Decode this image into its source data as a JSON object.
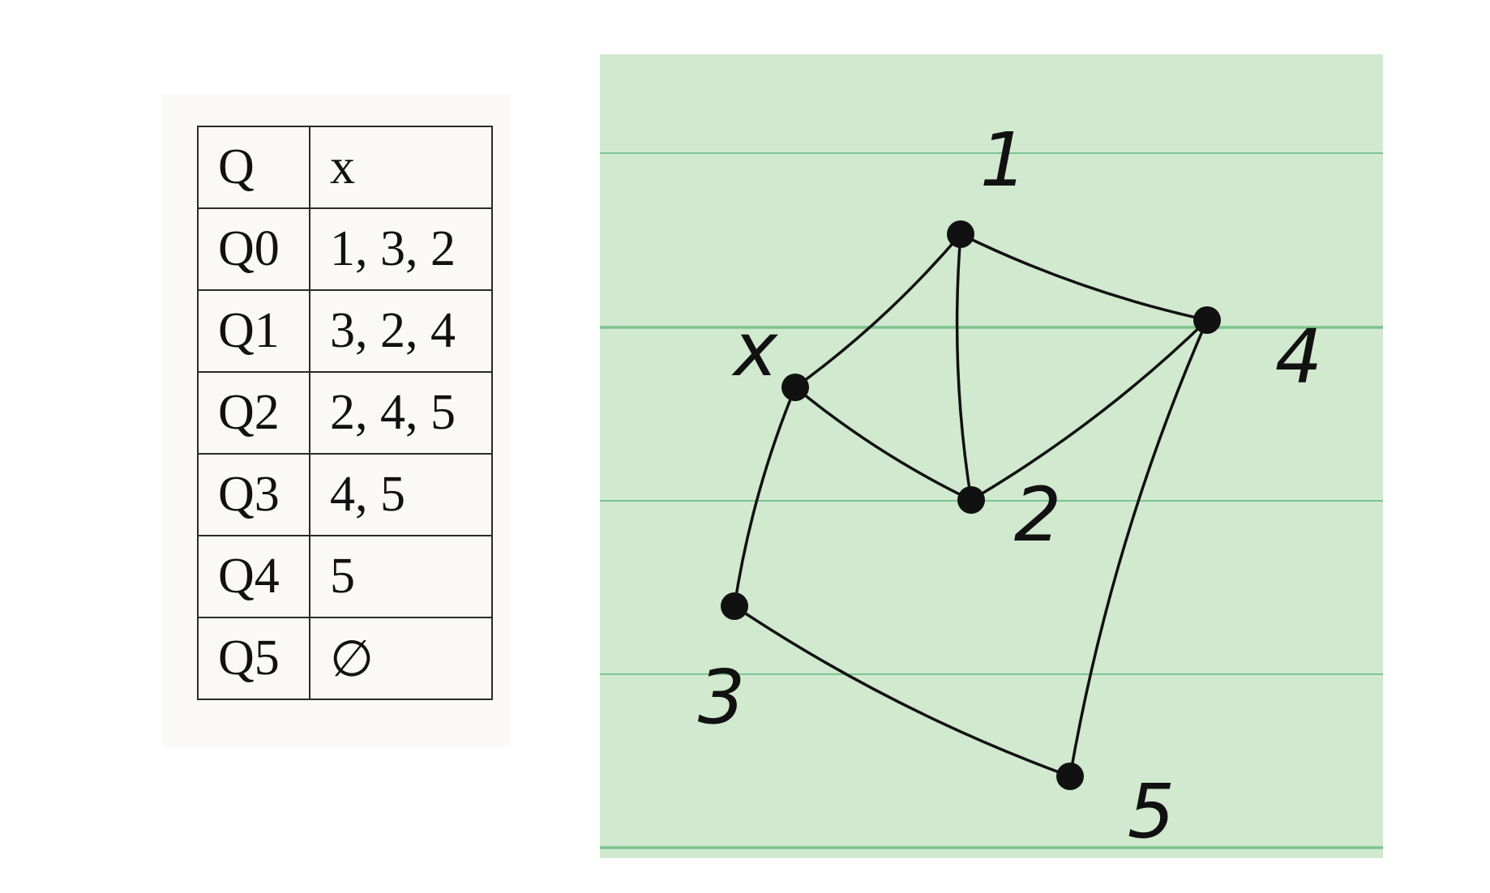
{
  "table": {
    "header": {
      "q": "Q",
      "x": "x"
    },
    "rows": [
      {
        "q": "Q0",
        "x": "1, 3, 2"
      },
      {
        "q": "Q1",
        "x": "3, 2, 4"
      },
      {
        "q": "Q2",
        "x": "2, 4, 5"
      },
      {
        "q": "Q3",
        "x": "4, 5"
      },
      {
        "q": "Q4",
        "x": "5"
      },
      {
        "q": "Q5",
        "x": "∅"
      }
    ]
  },
  "graph": {
    "paper_color": "#d1e9cf",
    "rule_color": "#7cc48f",
    "ink_color": "#111111",
    "nodes": [
      {
        "id": "x",
        "label": "x"
      },
      {
        "id": "1",
        "label": "1"
      },
      {
        "id": "2",
        "label": "2"
      },
      {
        "id": "3",
        "label": "3"
      },
      {
        "id": "4",
        "label": "4"
      },
      {
        "id": "5",
        "label": "5"
      }
    ],
    "edges": [
      [
        "x",
        "1"
      ],
      [
        "x",
        "2"
      ],
      [
        "x",
        "3"
      ],
      [
        "1",
        "2"
      ],
      [
        "1",
        "4"
      ],
      [
        "2",
        "4"
      ],
      [
        "3",
        "5"
      ],
      [
        "4",
        "5"
      ]
    ]
  }
}
